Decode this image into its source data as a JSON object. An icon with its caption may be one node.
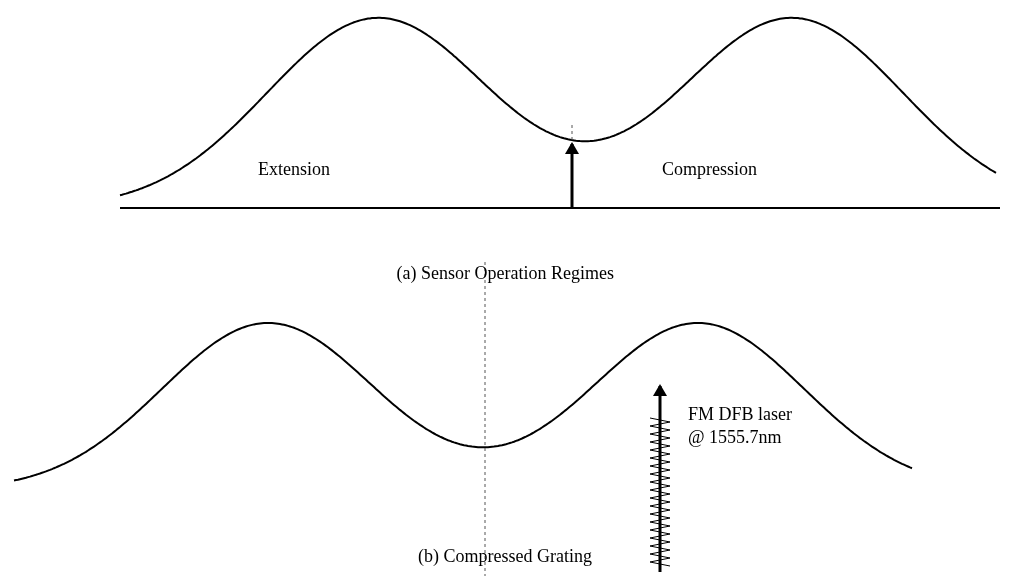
{
  "diagram": {
    "labels": [
      "Extension",
      "Compression",
      "(a) Sensor Operation Regimes",
      "FM DFB laser @ 1555.7nm",
      "(b) Compressed Grating"
    ]
  }
}
